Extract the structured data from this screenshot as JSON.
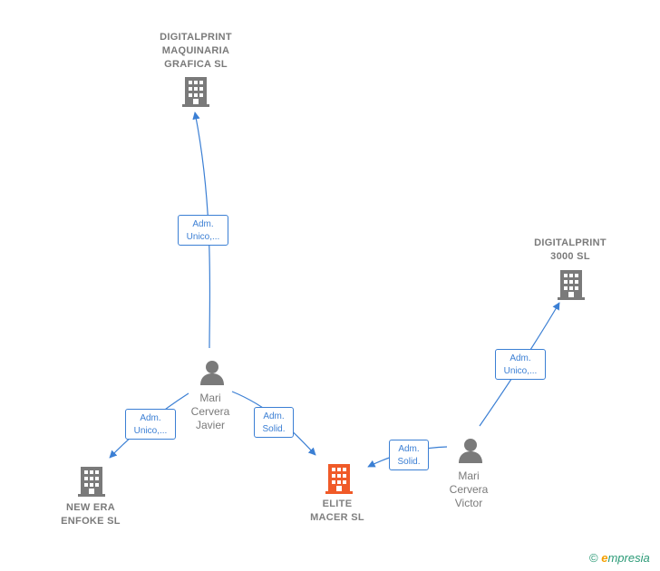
{
  "nodes": {
    "digitalprint_maquinaria": {
      "label": "DIGITALPRINT\nMAQUINARIA\nGRAFICA  SL",
      "icon": "building-icon",
      "color": "#7a7a7a"
    },
    "digitalprint_3000": {
      "label": "DIGITALPRINT\n3000 SL",
      "icon": "building-icon",
      "color": "#7a7a7a"
    },
    "new_era": {
      "label": "NEW ERA\nENFOKE  SL",
      "icon": "building-icon",
      "color": "#7a7a7a"
    },
    "elite_macer": {
      "label": "ELITE\nMACER  SL",
      "icon": "building-icon",
      "color": "#f05a28"
    },
    "mari_javier": {
      "label": "Mari\nCervera\nJavier",
      "icon": "person-icon",
      "color": "#7a7a7a"
    },
    "mari_victor": {
      "label": "Mari\nCervera\nVictor",
      "icon": "person-icon",
      "color": "#7a7a7a"
    }
  },
  "edges": {
    "javier_to_maquinaria": "Adm.\nUnico,...",
    "javier_to_new_era": "Adm.\nUnico,...",
    "javier_to_elite": "Adm.\nSolid.",
    "victor_to_elite": "Adm.\nSolid.",
    "victor_to_3000": "Adm.\nUnico,..."
  },
  "colors": {
    "edge": "#3b7fd4",
    "node_gray": "#7a7a7a",
    "node_main": "#f05a28"
  },
  "brand": {
    "copyright": "©",
    "first_letter": "e",
    "rest": "mpresia"
  }
}
